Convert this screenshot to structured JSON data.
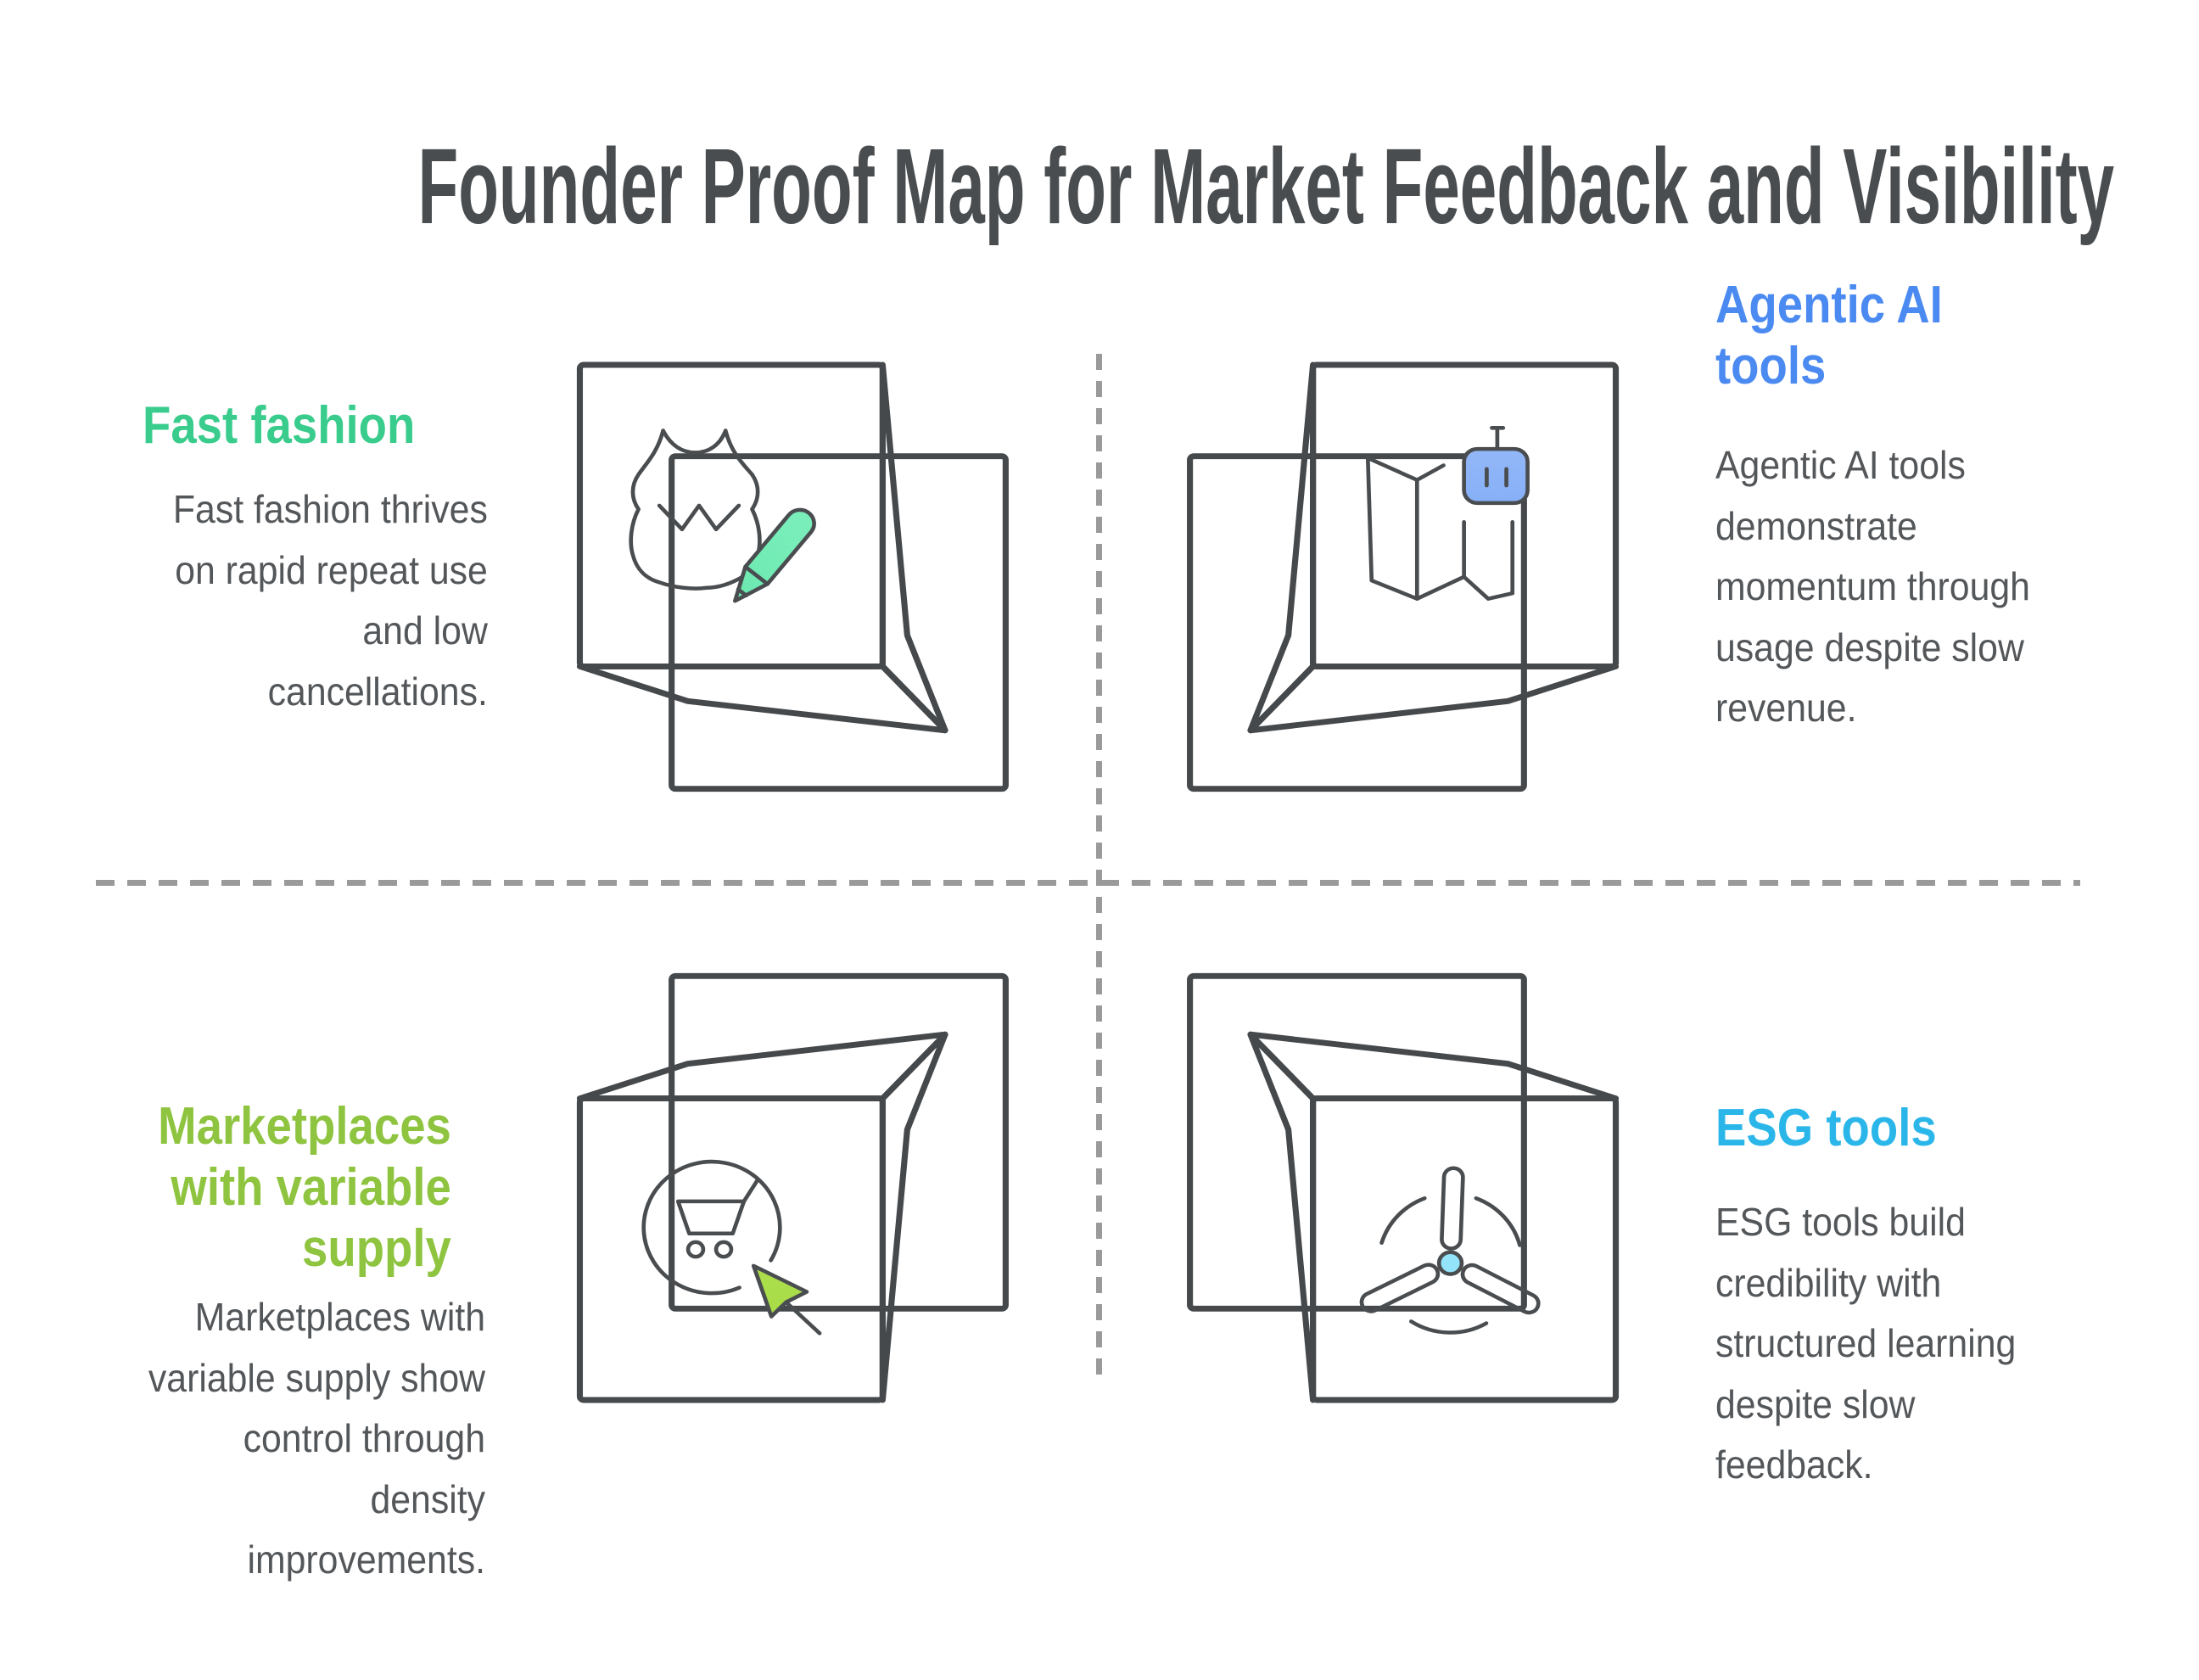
{
  "title": "Founder Proof Map for Market Feedback and Visibility",
  "colors": {
    "title_text": "#4a4d50",
    "body_text": "#54575a",
    "divider": "#9a9a9a",
    "outline": "#46494c"
  },
  "quadrants": [
    {
      "id": "fast-fashion",
      "heading": "Fast fashion",
      "heading_color": "#3acc8d",
      "body": "Fast fashion thrives\non rapid repeat use\nand low\ncancellations.",
      "icon": "dress-and-pencil-cube",
      "gradient_top": "#79eeba",
      "gradient_bottom": "#35d084"
    },
    {
      "id": "agentic-ai-tools",
      "heading": "Agentic AI\ntools",
      "heading_color": "#4a8af1",
      "body": "Agentic AI tools\ndemonstrate\nmomentum through\nusage despite slow\nrevenue.",
      "icon": "map-and-robot-cube",
      "gradient_top": "#a6c4fa",
      "gradient_bottom": "#4585f0"
    },
    {
      "id": "marketplaces-with-variable-supply",
      "heading": "Marketplaces\nwith variable\nsupply",
      "heading_color": "#8ec43f",
      "body": "Marketplaces with\nvariable supply show\ncontrol through\ndensity\nimprovements.",
      "icon": "shopping-cart-and-cursor-cube",
      "gradient_top": "#cef276",
      "gradient_bottom": "#9ed63b"
    },
    {
      "id": "esg-tools",
      "heading": "ESG tools",
      "heading_color": "#2bb6e9",
      "body": "ESG tools build\ncredibility with\nstructured learning\ndespite slow\nfeedback.",
      "icon": "wind-turbine-cube",
      "gradient_top": "#93e3fa",
      "gradient_bottom": "#1dc2f4"
    }
  ]
}
